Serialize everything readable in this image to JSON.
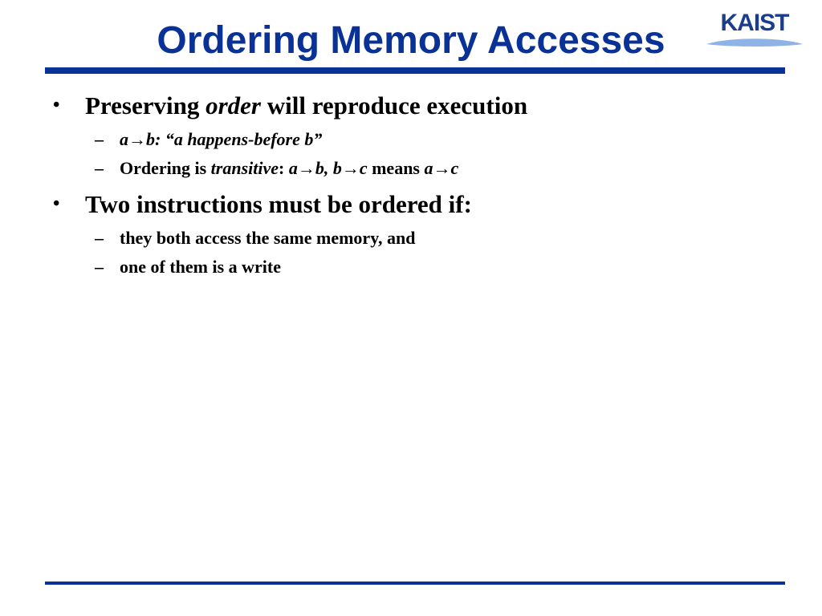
{
  "slide": {
    "title": "Ordering Memory Accesses",
    "logo_text": "KAIST",
    "colors": {
      "title": "#0a3296",
      "rule": "#0a3296",
      "logo": "#1c3d8c",
      "logo_swoosh": "#8fb3e6"
    }
  },
  "bullets": [
    {
      "marker": "•",
      "text_parts": [
        "Preserving ",
        "order",
        " will reproduce execution"
      ],
      "sub": [
        {
          "marker": "–",
          "text_parts": [
            "a→b: “a happens-before b”"
          ]
        },
        {
          "marker": "–",
          "text_parts": [
            "Ordering is ",
            "transitive",
            ": ",
            "a→b, b→c",
            " means ",
            "a→c"
          ]
        }
      ]
    },
    {
      "marker": "•",
      "text_parts": [
        "Two instructions must be ordered if:"
      ],
      "sub": [
        {
          "marker": "–",
          "text_parts": [
            "they both access the same memory, and"
          ]
        },
        {
          "marker": "–",
          "text_parts": [
            "one of them is a write"
          ]
        }
      ]
    }
  ]
}
